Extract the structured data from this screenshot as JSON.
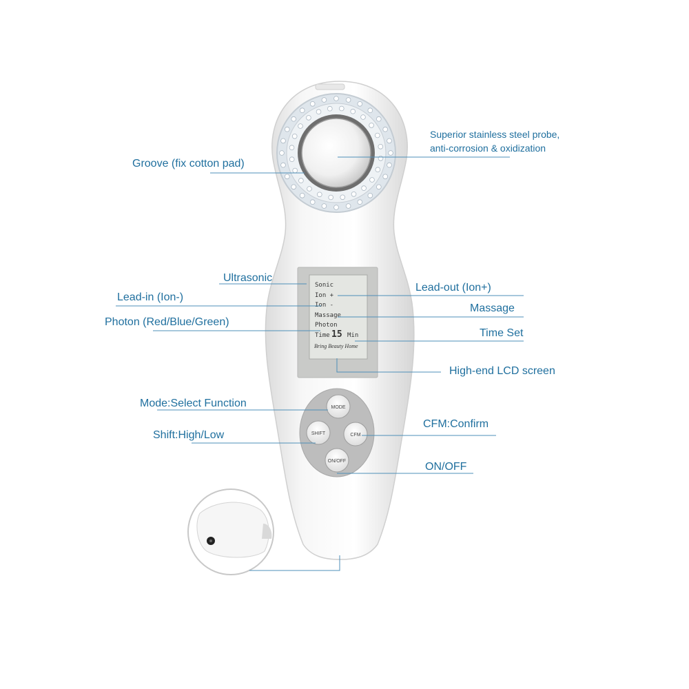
{
  "device": {
    "lcd": {
      "lines": [
        "Sonic",
        "Ion +",
        "Ion -",
        "Massage",
        "Photon"
      ],
      "time_label": "Time",
      "time_value": "15",
      "time_unit": "Min",
      "brand": "Bring Beauty Home"
    },
    "buttons": {
      "mode": "MODE",
      "shift": "SHIFT",
      "cfm": "CFM",
      "onoff": "ON/OFF"
    }
  },
  "labels": {
    "probe_line1": "Superior stainless steel probe,",
    "probe_line2": "anti-corrosion & oxidization",
    "groove": "Groove (fix cotton pad)",
    "ultrasonic": "Ultrasonic",
    "lead_in": "Lead-in (Ion-)",
    "photon": "Photon (Red/Blue/Green)",
    "lead_out": "Lead-out (Ion+)",
    "massage": "Massage",
    "time_set": "Time Set",
    "lcd_screen": "High-end LCD screen",
    "mode_select": "Mode:Select Function",
    "shift_high_low": "Shift:High/Low",
    "cfm_confirm": "CFM:Confirm",
    "on_off": "ON/OFF"
  },
  "colors": {
    "label_text": "#1f6f9e",
    "leader_line": "#4d8fb8",
    "device_body": "#f4f4f4",
    "lcd_background": "#e4e6e2",
    "led_ring": "#b9c7d3"
  }
}
